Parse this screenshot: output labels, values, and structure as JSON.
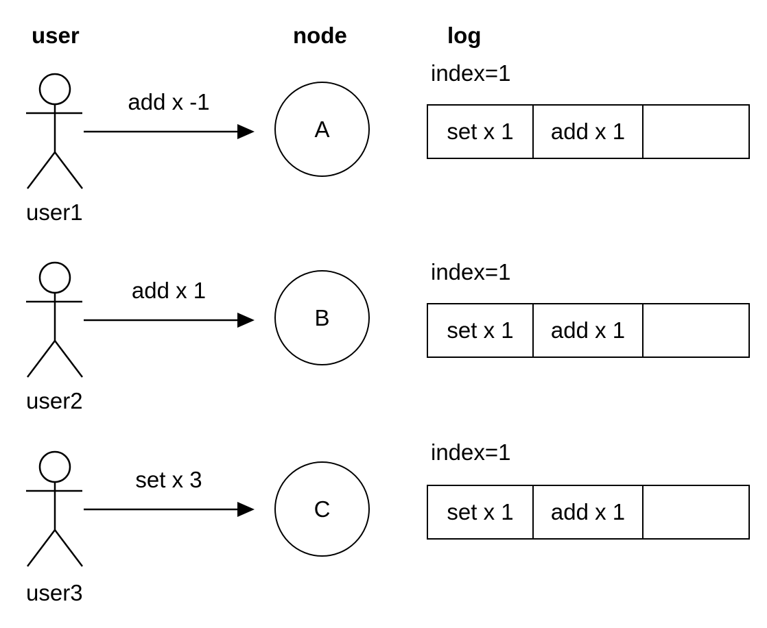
{
  "headers": {
    "user": "user",
    "node": "node",
    "log": "log"
  },
  "rows": [
    {
      "user_label": "user1",
      "message": "add x -1",
      "node_label": "A",
      "log": {
        "index_label": "index=1",
        "cells": [
          "set x 1",
          "add x 1",
          ""
        ]
      }
    },
    {
      "user_label": "user2",
      "message": "add x 1",
      "node_label": "B",
      "log": {
        "index_label": "index=1",
        "cells": [
          "set x 1",
          "add x 1",
          ""
        ]
      }
    },
    {
      "user_label": "user3",
      "message": "set x 3",
      "node_label": "C",
      "log": {
        "index_label": "index=1",
        "cells": [
          "set x 1",
          "add x 1",
          ""
        ]
      }
    }
  ],
  "colors": {
    "ink": "#000000",
    "background": "#ffffff"
  }
}
